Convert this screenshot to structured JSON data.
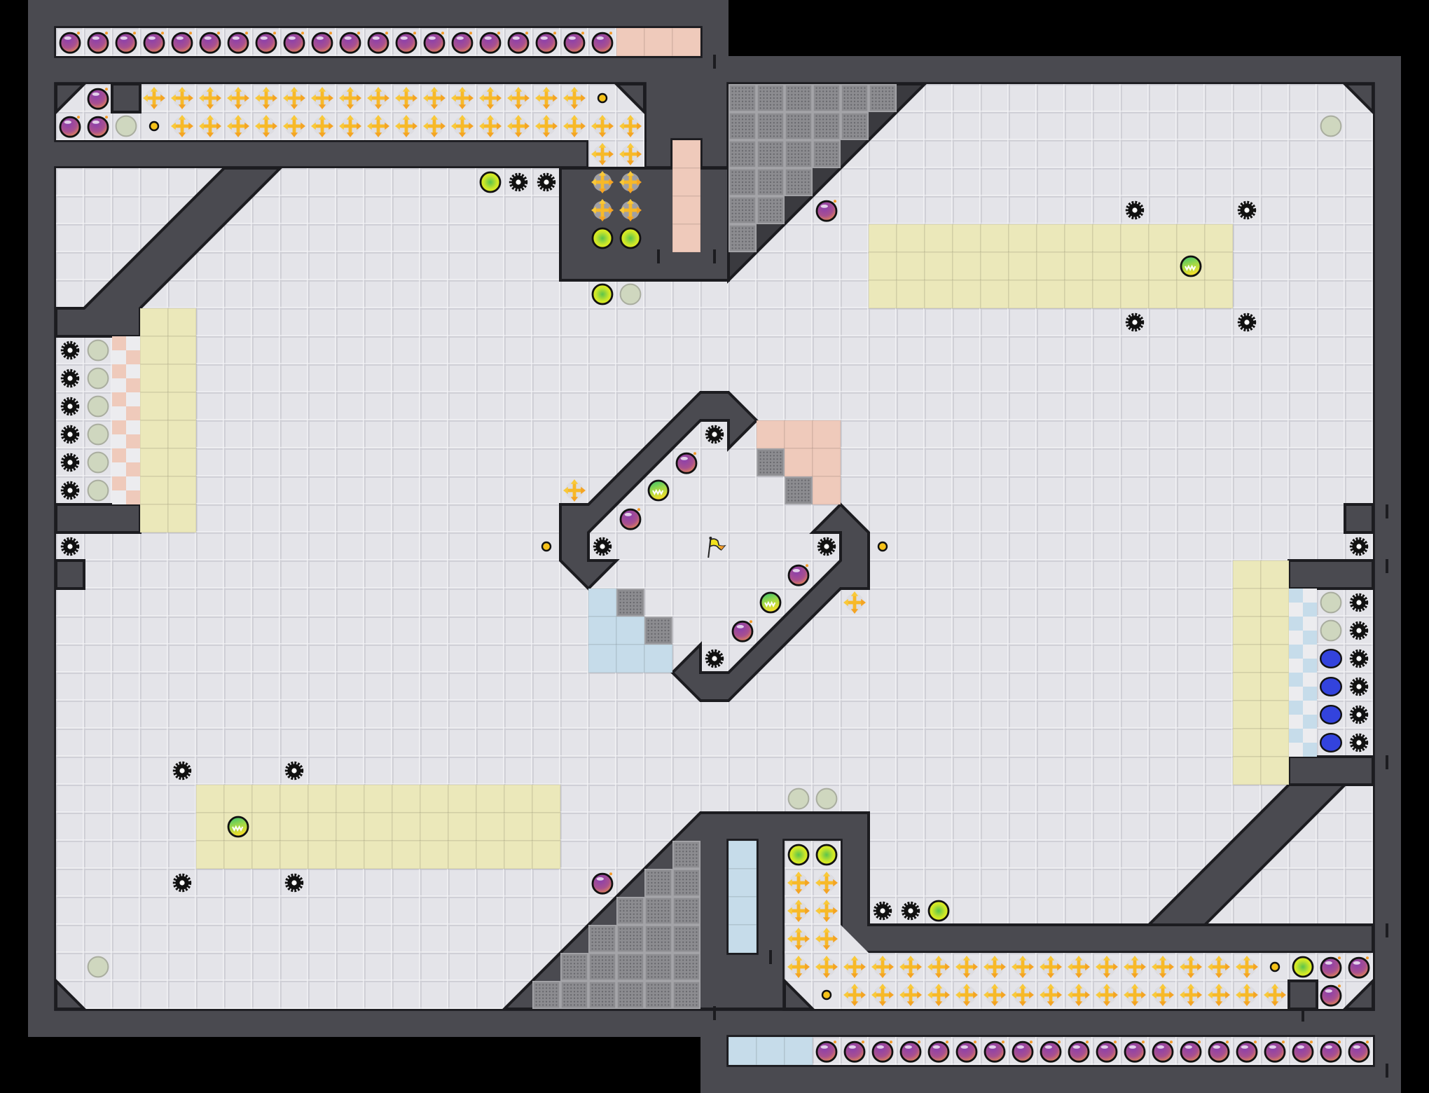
{
  "map": {
    "view": "level-overview",
    "palette": {
      "background": "#000000",
      "wall": "#4a4a50",
      "wall_outline": "#1c1c20",
      "wall_shadow": "#3a3a3f",
      "floor": "#e4e4e9",
      "floor_line": "#cfcfd6",
      "pink_tile": "#efcabb",
      "yellow_tile": "#ebe8ba",
      "blue_tile": "#c6dcea",
      "grate": "#8c8c90",
      "grate_dot": "#66666b"
    },
    "entity_types": [
      {
        "type": "bomb",
        "icon": "bomb-icon",
        "color": "#9a4aa6"
      },
      {
        "type": "arrow-cross",
        "icon": "four-way-arrow-icon",
        "color": "#f7b928"
      },
      {
        "type": "coin",
        "icon": "coin-icon",
        "color": "#f6c21a"
      },
      {
        "type": "gray-orb",
        "icon": "gray-orb-icon",
        "color": "#cfd7bf"
      },
      {
        "type": "lime-orb",
        "icon": "lime-orb-icon",
        "color": "#e9ef1b"
      },
      {
        "type": "striped-orb",
        "icon": "striped-orb-icon",
        "color": "#42c56b"
      },
      {
        "type": "blue-orb",
        "icon": "blue-orb-icon",
        "color": "#3343dd"
      },
      {
        "type": "spike-gear",
        "icon": "gear-icon",
        "color": "#111111"
      },
      {
        "type": "goal-flag",
        "icon": "flag-icon",
        "color": "#f1e21c"
      }
    ]
  }
}
